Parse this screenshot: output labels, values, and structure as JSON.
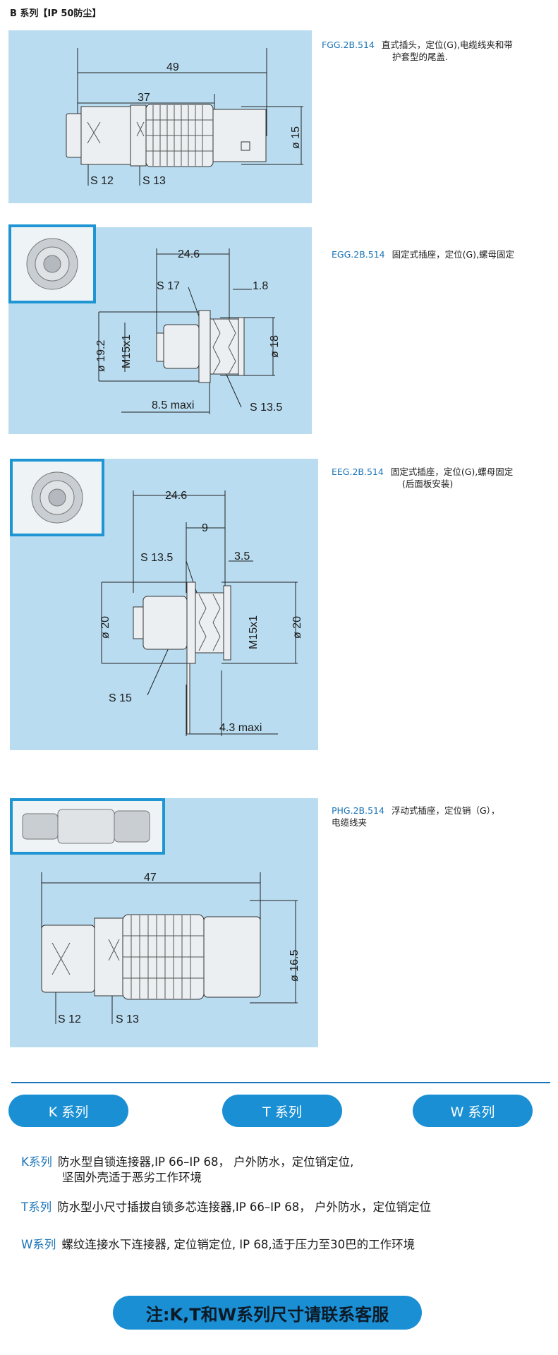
{
  "section_title": "B 系列【IP 50防尘】",
  "products": [
    {
      "code": "FGG.2B.514",
      "desc_line1": "直式插头，定位(G),电缆线夹和带",
      "desc_line2": "护套型的尾盖.",
      "dims": {
        "overall": "49",
        "body": "37",
        "dia": "ø 15",
        "s1": "S 12",
        "s2": "S 13"
      }
    },
    {
      "code": "EGG.2B.514",
      "desc_line1": "固定式插座，定位(G),螺母固定",
      "desc_line2": "",
      "dims": {
        "length": "24.6",
        "s17": "S 17",
        "t": "1.8",
        "dia1": "ø 19.2",
        "thread": "M15x1",
        "dia2": "ø 18",
        "maxi": "8.5 maxi",
        "s135": "S 13.5"
      }
    },
    {
      "code": "EEG.2B.514",
      "desc_line1": "固定式插座，定位(G),螺母固定",
      "desc_line2": "(后面板安装)",
      "dims": {
        "length": "24.6",
        "nine": "9",
        "s135": "S 13.5",
        "t": "3.5",
        "dia1": "ø 20",
        "thread": "M15x1",
        "dia2": "ø 20",
        "s15": "S 15",
        "maxi": "4.3 maxi"
      }
    },
    {
      "code": "PHG.2B.514",
      "desc_line1": "浮动式插座，定位销（G），",
      "desc_line2": "电缆线夹",
      "dims": {
        "overall": "47",
        "dia": "ø 16.5",
        "s1": "S 12",
        "s2": "S 13"
      }
    }
  ],
  "series_buttons": [
    "K 系列",
    "T 系列",
    "W 系列"
  ],
  "series_desc": [
    {
      "name": "K系列",
      "line1": "防水型自锁连接器,IP 66–IP 68， 户外防水，定位销定位,",
      "line2": "坚固外壳适于恶劣工作环境"
    },
    {
      "name": "T系列",
      "line1": "防水型小尺寸插拔自锁多芯连接器,IP 66–IP 68， 户外防水，定位销定位",
      "line2": ""
    },
    {
      "name": "W系列",
      "line1": "螺纹连接水下连接器, 定位销定位, IP 68,适于压力至30巴的工作环境",
      "line2": ""
    }
  ],
  "note": "注:K,T和W系列尺寸请联系客服",
  "colors": {
    "panel": "#b9dcf0",
    "accent": "#1a74b8",
    "button": "#1a8fd4"
  }
}
